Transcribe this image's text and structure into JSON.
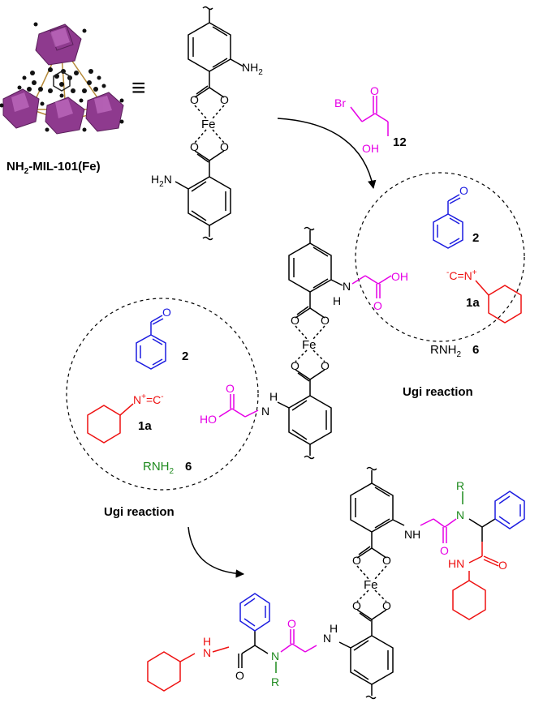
{
  "mof": {
    "name_prefix": "NH",
    "name_sub": "2",
    "name_suffix": "-MIL-101(Fe)",
    "equiv_symbol": "≡"
  },
  "atoms": {
    "fe": "Fe",
    "o": "O",
    "h": "H",
    "n": "N",
    "nh": "NH",
    "hn": "HN",
    "oh": "OH",
    "ho": "HO",
    "br": "Br",
    "r": "R",
    "nh2_n": "NH",
    "nh2_sub": "2",
    "h2n_h": "H",
    "h2n_sub": "2",
    "h2n_n": "N",
    "rnh2_main": "RNH",
    "rnh2_sub": "2",
    "c_minus": "C",
    "n_plus": "N",
    "minus": "-",
    "plus": "+"
  },
  "labels": {
    "compound_12": "12",
    "compound_2": "2",
    "compound_1a": "1a",
    "compound_6": "6",
    "ugi_reaction": "Ugi reaction"
  },
  "colors": {
    "black": "#000000",
    "magenta": "#e600e6",
    "blue": "#1c1ce0",
    "red": "#ee1111",
    "green": "#1e8a1e",
    "mof_purple": "#8e3a8e",
    "mof_light": "#c470c4"
  }
}
